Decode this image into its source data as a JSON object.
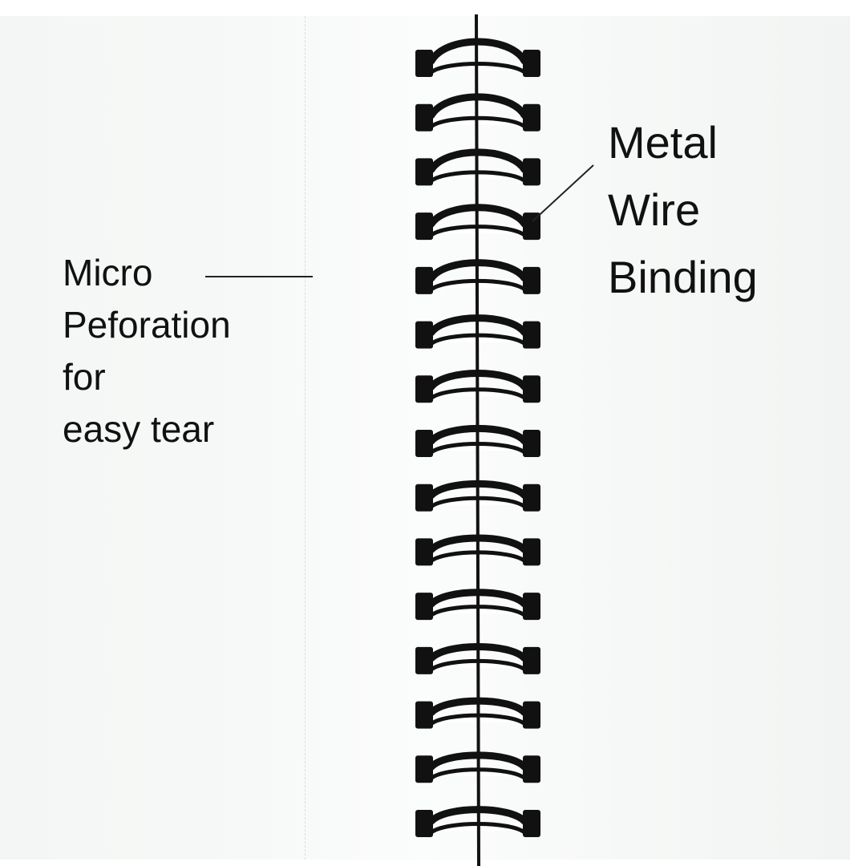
{
  "labels": {
    "perforation": {
      "lines": [
        "Micro",
        "Peforation",
        "for",
        "easy tear"
      ]
    },
    "binding": {
      "lines": [
        "Metal",
        "Wire",
        "Binding"
      ]
    }
  },
  "binding": {
    "loop_count": 15,
    "wire_color": "#111111",
    "paper_color": "#f7f9f8"
  },
  "icons": {
    "binding_loop": "metal-wire-loop-icon"
  }
}
